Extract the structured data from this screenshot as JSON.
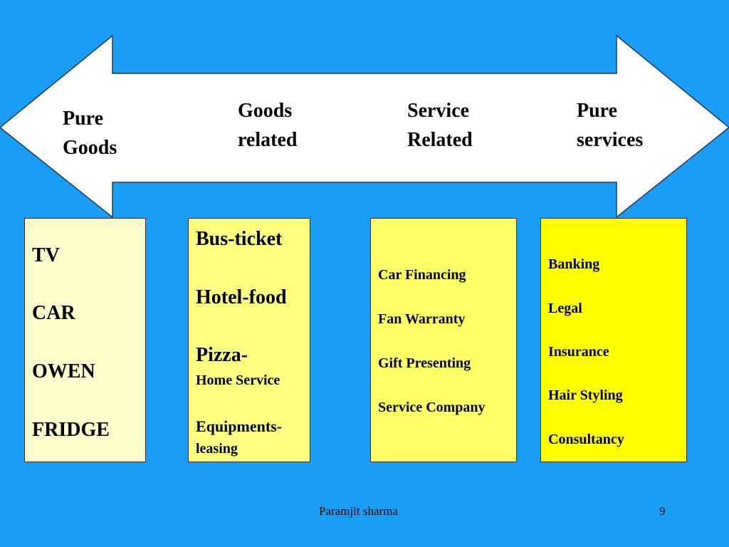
{
  "colors": {
    "background": "#1a9ef5",
    "arrow_fill": "#ffffff",
    "box_goods": "#fffccc",
    "box_goods_related": "#ffff80",
    "box_service_related": "#ffff66",
    "box_pure_services": "#ffff00"
  },
  "spectrum": {
    "pure_goods": [
      "Pure",
      "Goods"
    ],
    "goods_related": [
      "Goods",
      "related"
    ],
    "service_related": [
      "Service",
      "Related"
    ],
    "pure_services": [
      "Pure",
      "services"
    ]
  },
  "boxes": {
    "pure_goods": [
      "TV",
      "CAR",
      "OWEN",
      "FRIDGE"
    ],
    "goods_related": [
      "Bus-ticket",
      "Hotel-food",
      "Pizza-",
      "Home Service",
      "Equipments-",
      "leasing"
    ],
    "service_related": [
      "Car Financing",
      "Fan Warranty",
      "Gift Presenting",
      "Service Company"
    ],
    "pure_services": [
      "Banking",
      "Legal",
      "Insurance",
      "Hair Styling",
      "Consultancy"
    ]
  },
  "footer": {
    "author": "Paramjit sharma",
    "page_number": "9"
  }
}
